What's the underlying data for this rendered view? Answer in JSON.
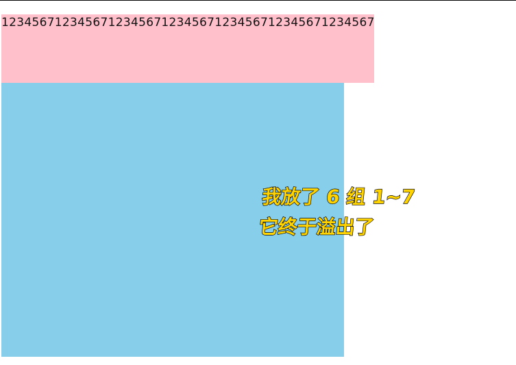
{
  "demo": {
    "overflow_text": "1234567123456712345671234567123456712345671234567",
    "caption_line_1": "我放了 6 组 1~7",
    "caption_line_2": "它终于溢出了"
  },
  "colors": {
    "pink_box": "#ffc0cb",
    "blue_box": "#87ceeb",
    "caption_fill": "#ffd400",
    "caption_outline": "#000000"
  }
}
